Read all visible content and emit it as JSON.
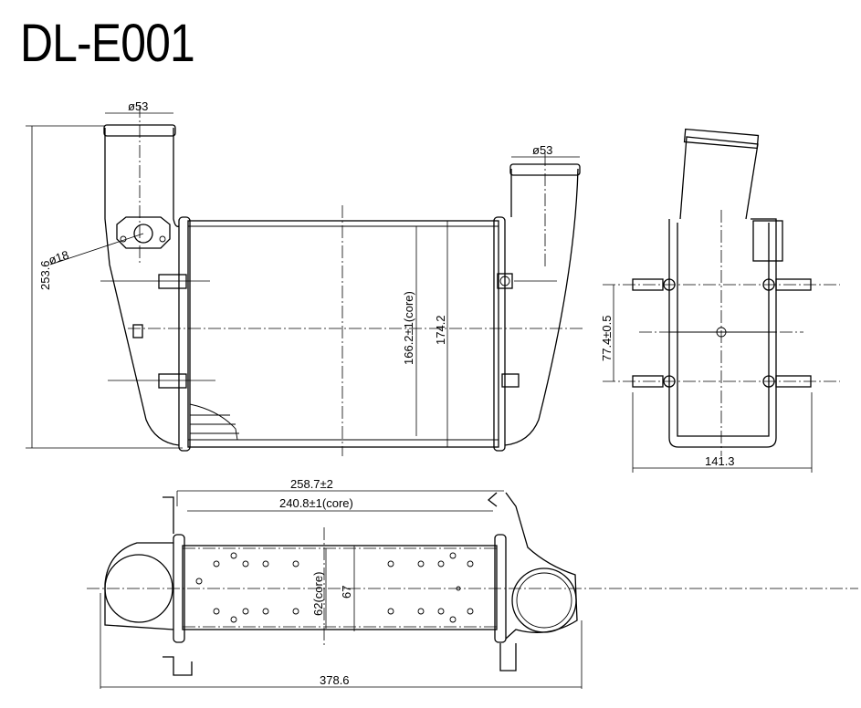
{
  "title": "DL-E001",
  "front_view": {
    "inlet_diameter": "ø53",
    "outlet_diameter": "ø53",
    "port_diameter": "ø18",
    "overall_height": "253.6",
    "core_height": "166.2±1(core)",
    "height": "174.2"
  },
  "side_view": {
    "mount_spacing": "77.4±0.5",
    "depth": "141.3"
  },
  "bottom_view": {
    "width": "258.7±2",
    "core_width": "240.8±1(core)",
    "core_depth": "62(core)",
    "depth": "67",
    "overall_length": "378.6"
  }
}
